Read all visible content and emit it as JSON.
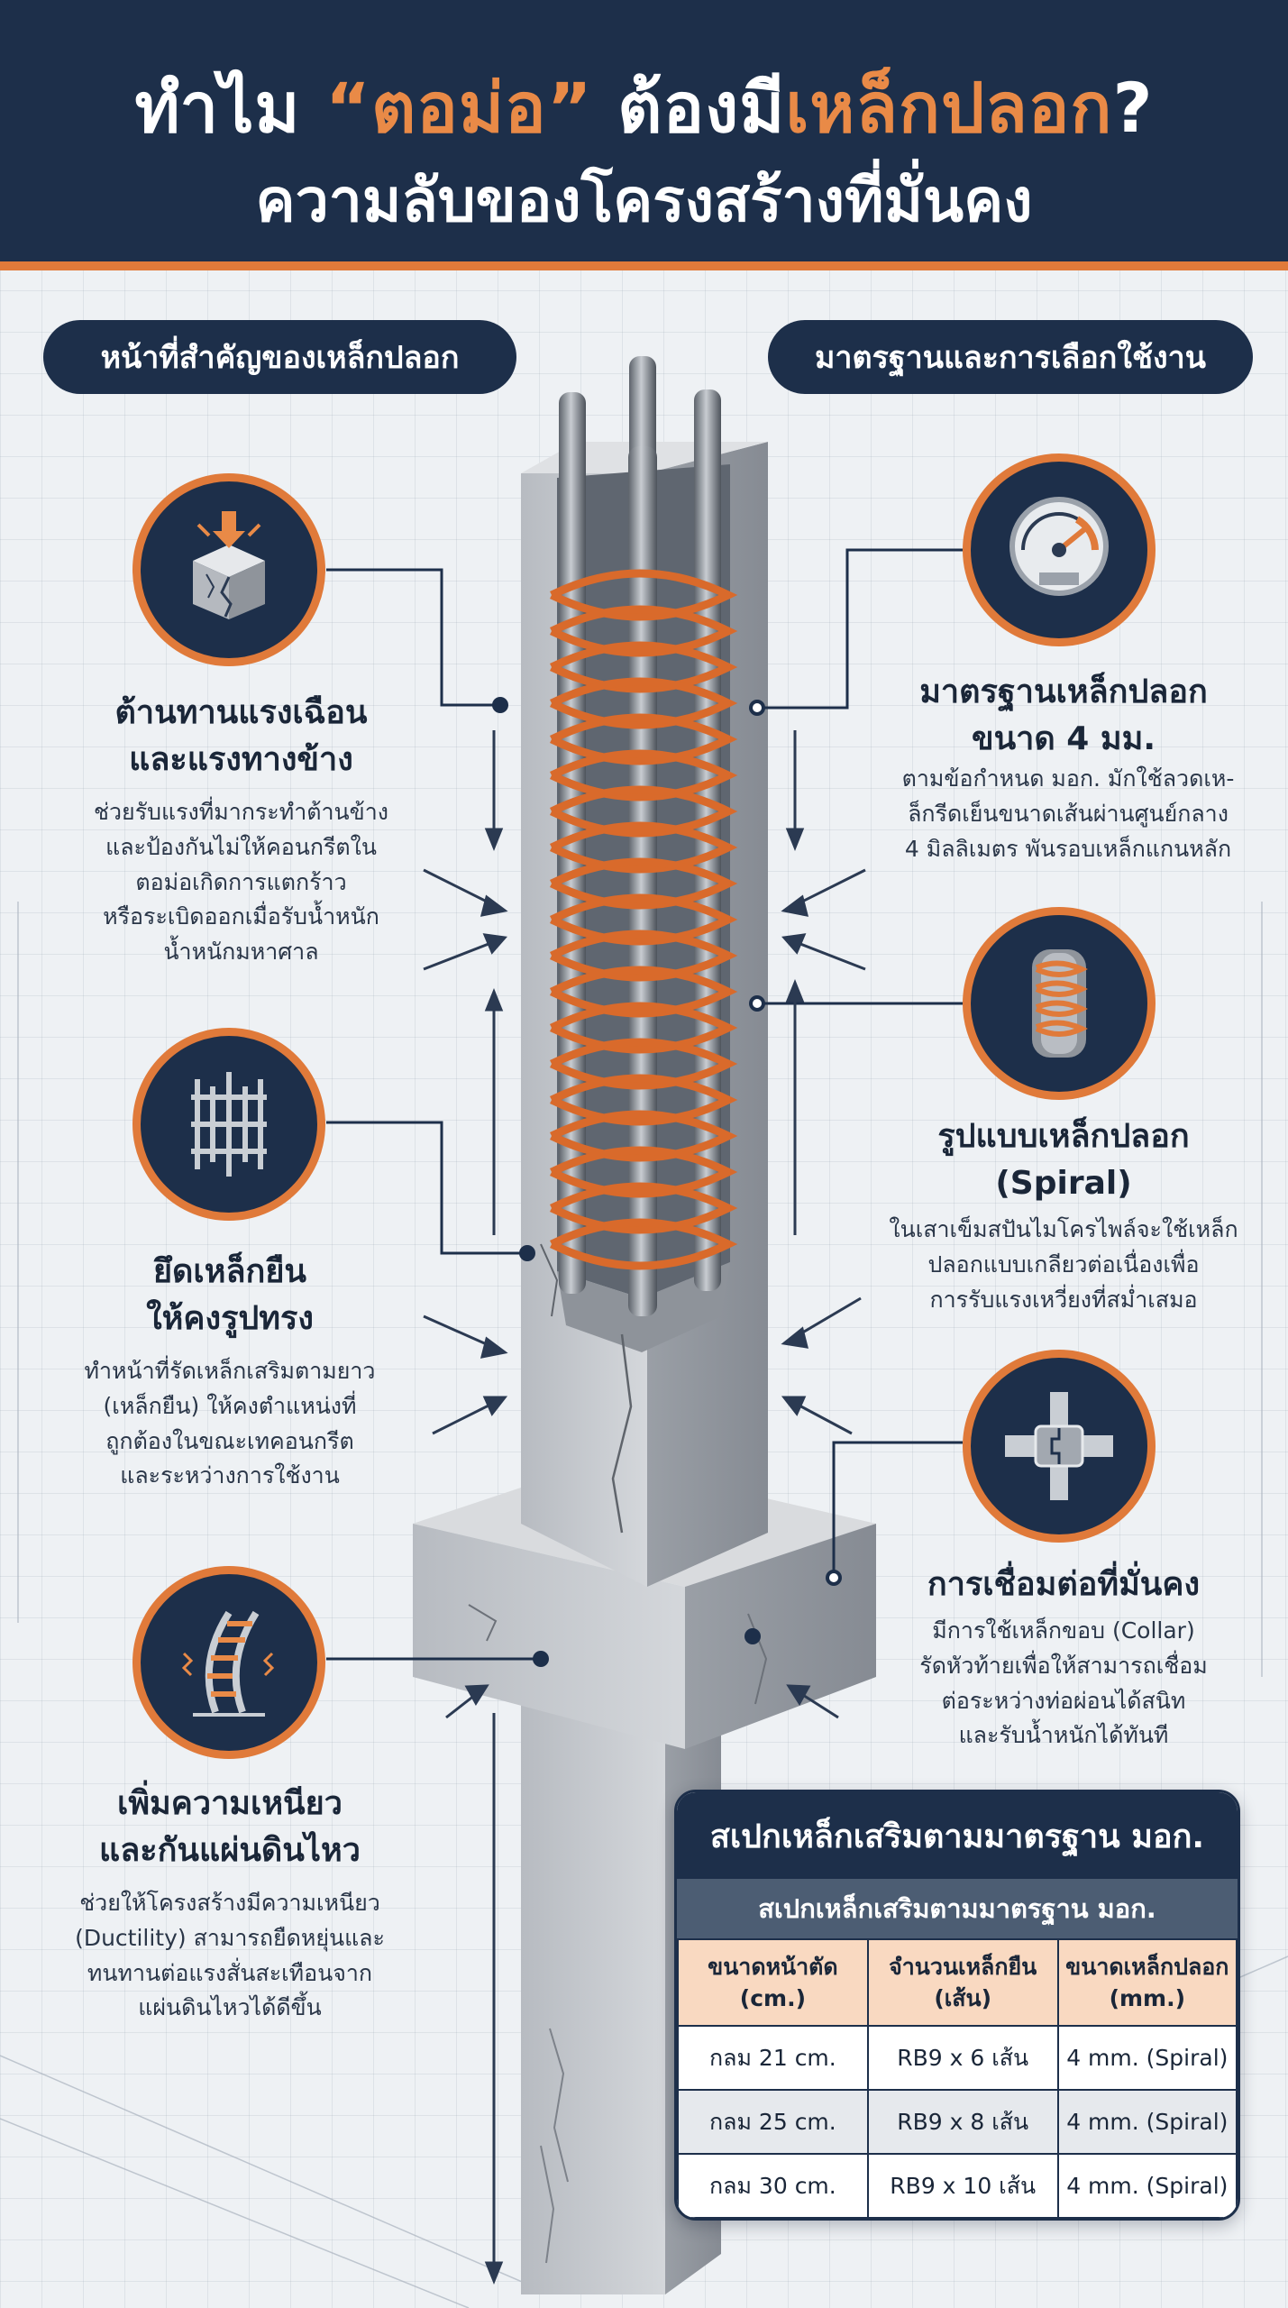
{
  "header": {
    "title_part1": "ทำไม ",
    "title_highlight1": "“ตอม่อ”",
    "title_part2": " ต้องมี",
    "title_highlight2": "เหล็กปลอก",
    "title_part3": "?",
    "subtitle": "ความลับของโครงสร้างที่มั่นคง"
  },
  "left_pill": "หน้าที่สำคัญของเหล็กปลอก",
  "right_pill": "มาตรฐานและการเลือกใช้งาน",
  "features_left": [
    {
      "icon": "cracked-block-icon",
      "title": "ต้านทานแรงเฉือน\nและแรงทางข้าง",
      "desc": "ช่วยรับแรงที่มากระทำต้านข้าง\nและป้องกันไม่ให้คอนกรีตใน\nตอม่อเกิดการแตกร้าว\nหรือระเบิดออกเมื่อรับน้ำหนัก\nน้ำหนักมหาศาล"
    },
    {
      "icon": "rebar-cage-icon",
      "title": "ยึดเหล็กยืน\nให้คงรูปทรง",
      "desc": "ทำหน้าที่รัดเหล็กเสริมตามยาว\n(เหล็กยืน) ให้คงตำแหน่งที่\nถูกต้องในขณะเทคอนกรีต\nและระหว่างการใช้งาน"
    },
    {
      "icon": "flexible-column-icon",
      "title": "เพิ่มความเหนียว\nและกันแผ่นดินไหว",
      "desc": "ช่วยให้โครงสร้างมีความเหนียว\n(Ductility) สามารถยืดหยุ่นและ\nทนทานต่อแรงสั่นสะเทือนจาก\nแผ่นดินไหวได้ดีขึ้น"
    }
  ],
  "features_right": [
    {
      "icon": "gauge-icon",
      "title": "มาตรฐานเหล็กปลอก\nขนาด 4 มม.",
      "desc": "ตามข้อกำหนด มอก. มักใช้ลวดเห-\nล็กรีดเย็นขนาดเส้นผ่านศูนย์กลาง\n4 มิลลิเมตร พันรอบเหล็กแกนหลัก"
    },
    {
      "icon": "spiral-coil-icon",
      "title": "รูปแบบเหล็กปลอก\n(Spiral)",
      "desc": "ในเสาเข็มสปันไมโครไพล์จะใช้เหล็ก\nปลอกแบบเกลียวต่อเนื่องเพื่อ\nการรับแรงเหวี่ยงที่สม่ำเสมอ"
    },
    {
      "icon": "pipe-collar-icon",
      "title": "การเชื่อมต่อที่มั่นคง",
      "desc": "มีการใช้เหล็กขอบ (Collar)\nรัดหัวท้ายเพื่อให้สามารถเชื่อม\nต่อระหว่างท่อผ่อนได้สนิท\nและรับน้ำหนักได้ทันที"
    }
  ],
  "spec_table": {
    "outer_title": "สเปกเหล็กเสริมตามมาตรฐาน มอก.",
    "inner_title": "สเปกเหล็กเสริมตามมาตรฐาน มอก.",
    "headers": [
      "ขนาดหน้าตัด\n(cm.)",
      "จำนวนเหล็กยืน\n(เส้น)",
      "ขนาดเหล็กปลอก\n(mm.)"
    ],
    "rows": [
      [
        "กลม 21 cm.",
        "RB9 x 6 เส้น",
        "4 mm. (Spiral)"
      ],
      [
        "กลม 25 cm.",
        "RB9 x 8 เส้น",
        "4 mm. (Spiral)"
      ],
      [
        "กลม 30 cm.",
        "RB9 x 10 เส้น",
        "4 mm. (Spiral)"
      ]
    ]
  },
  "colors": {
    "navy": "#1d2f4a",
    "orange": "#e07a3a",
    "concrete": "#c9ccd0",
    "table_header": "#f9d9c1"
  }
}
